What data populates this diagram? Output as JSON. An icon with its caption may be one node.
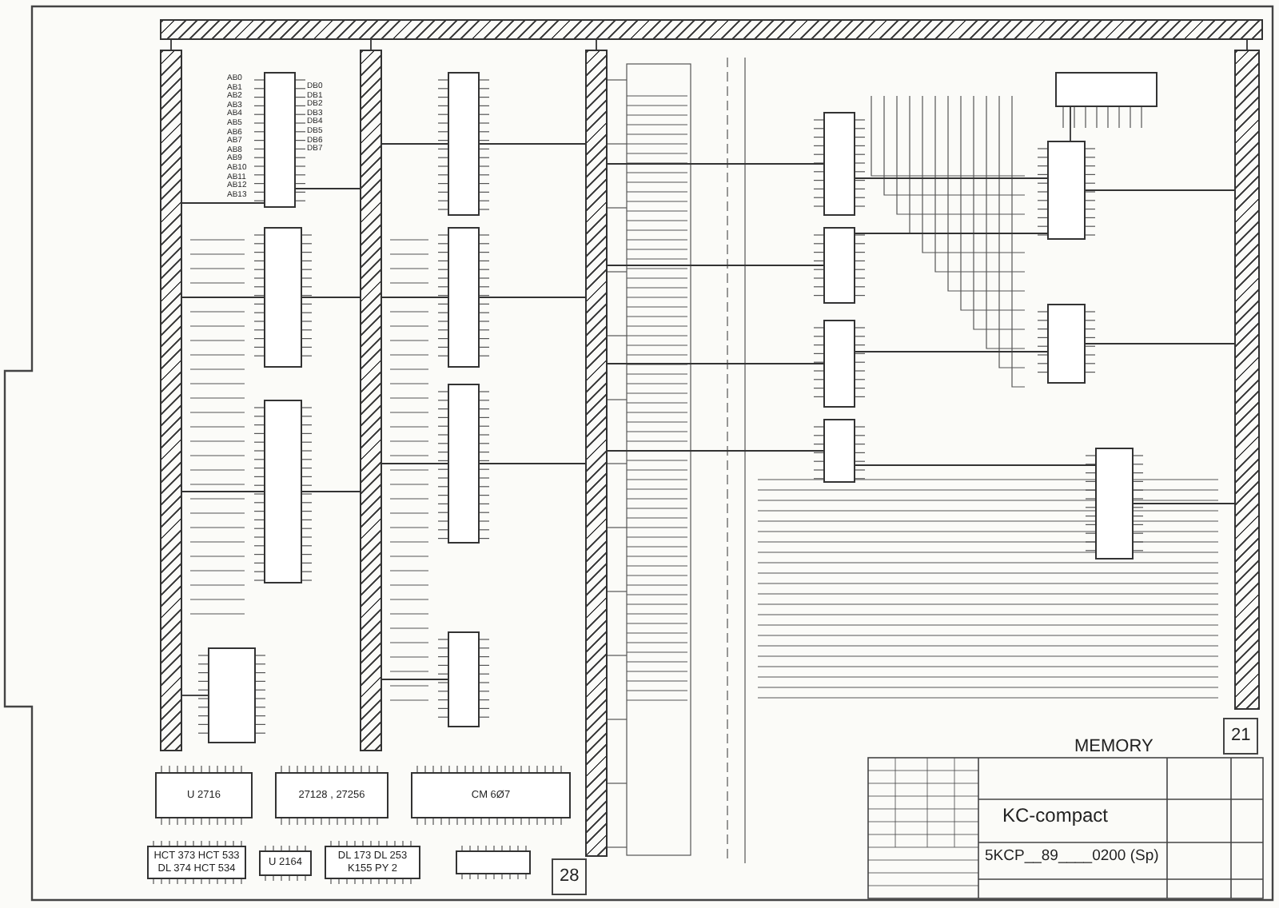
{
  "diagram": {
    "nodes": [
      {
        "text": [],
        "shape": "bar"
      },
      {
        "text": [],
        "shape": "bar"
      },
      {
        "text": [],
        "shape": "bar"
      },
      {
        "text": [],
        "shape": "bar"
      },
      {
        "text": [],
        "shape": "box"
      },
      {
        "text": [],
        "shape": "box"
      },
      {
        "text": [],
        "shape": "box"
      },
      {
        "text": [],
        "shape": "box"
      },
      {
        "text": [],
        "shape": "box"
      },
      {
        "text": [],
        "shape": "box"
      },
      {
        "text": [],
        "shape": "box"
      },
      {
        "text": [],
        "shape": "box"
      },
      {
        "text": [],
        "shape": "box"
      },
      {
        "text": [],
        "shape": "box"
      },
      {
        "text": [],
        "shape": "box"
      },
      {
        "text": [],
        "shape": "box"
      },
      {
        "text": [],
        "shape": "box"
      },
      {
        "text": [],
        "shape": "box"
      },
      {
        "text": [],
        "shape": "box"
      },
      {
        "text": [],
        "shape": "box"
      },
      {
        "text": [
          "U 2716"
        ]
      },
      {
        "text": [
          "27128 , 27256"
        ]
      },
      {
        "text": [
          "CM 6Ø7"
        ]
      },
      {
        "text": [
          "HCT 373 HCT 533 DL 374 HCT 534"
        ]
      },
      {
        "text": [
          "U 2164"
        ]
      },
      {
        "text": [
          "DL 173 DL 253 K155 PY 2"
        ]
      },
      {
        "text": [],
        "shape": "box"
      },
      {
        "text": [],
        "shape": "bar"
      }
    ],
    "edges": [
      {
        "from": 0,
        "to": 4,
        "arrow": "none"
      },
      {
        "from": 0,
        "to": 5,
        "arrow": "none"
      },
      {
        "from": 0,
        "to": 6,
        "arrow": "none"
      },
      {
        "from": 0,
        "to": 10,
        "arrow": "none"
      },
      {
        "from": 1,
        "to": 7,
        "arrow": "none"
      },
      {
        "from": 1,
        "to": 8,
        "arrow": "none"
      },
      {
        "from": 1,
        "to": 9,
        "arrow": "none"
      },
      {
        "from": 1,
        "to": 11,
        "arrow": "none"
      },
      {
        "from": 4,
        "to": 1,
        "arrow": "none"
      },
      {
        "from": 5,
        "to": 1,
        "arrow": "none"
      },
      {
        "from": 6,
        "to": 1,
        "arrow": "none"
      },
      {
        "from": 7,
        "to": 2,
        "arrow": "none"
      },
      {
        "from": 8,
        "to": 2,
        "arrow": "none"
      },
      {
        "from": 9,
        "to": 2,
        "arrow": "none"
      },
      {
        "from": 2,
        "to": 12,
        "arrow": "none"
      },
      {
        "from": 2,
        "to": 13,
        "arrow": "none"
      },
      {
        "from": 2,
        "to": 14,
        "arrow": "none"
      },
      {
        "from": 2,
        "to": 15,
        "arrow": "none"
      },
      {
        "from": 12,
        "to": 16,
        "arrow": "none"
      },
      {
        "from": 13,
        "to": 16,
        "arrow": "none"
      },
      {
        "from": 14,
        "to": 17,
        "arrow": "none"
      },
      {
        "from": 15,
        "to": 18,
        "arrow": "none"
      },
      {
        "from": 19,
        "to": 16,
        "arrow": "none"
      },
      {
        "from": 16,
        "to": 3,
        "arrow": "none"
      },
      {
        "from": 17,
        "to": 3,
        "arrow": "none"
      },
      {
        "from": 18,
        "to": 3,
        "arrow": "none"
      },
      {
        "from": 27,
        "to": 0,
        "arrow": "none"
      },
      {
        "from": 27,
        "to": 1,
        "arrow": "none"
      },
      {
        "from": 27,
        "to": 2,
        "arrow": "none"
      },
      {
        "from": 27,
        "to": 3,
        "arrow": "none"
      }
    ],
    "labels": [
      "AB0",
      "AB1",
      "AB2",
      "AB3",
      "AB4",
      "AB5",
      "AB6",
      "AB7",
      "AB8",
      "AB9",
      "AB10",
      "AB11",
      "AB12",
      "AB13",
      "DB0",
      "DB1",
      "DB2",
      "DB3",
      "DB4",
      "DB5",
      "DB6",
      "DB7",
      "21",
      "MEMORY",
      "KC-compact",
      "5KCP__89____0200 (Sp)",
      "28"
    ]
  }
}
